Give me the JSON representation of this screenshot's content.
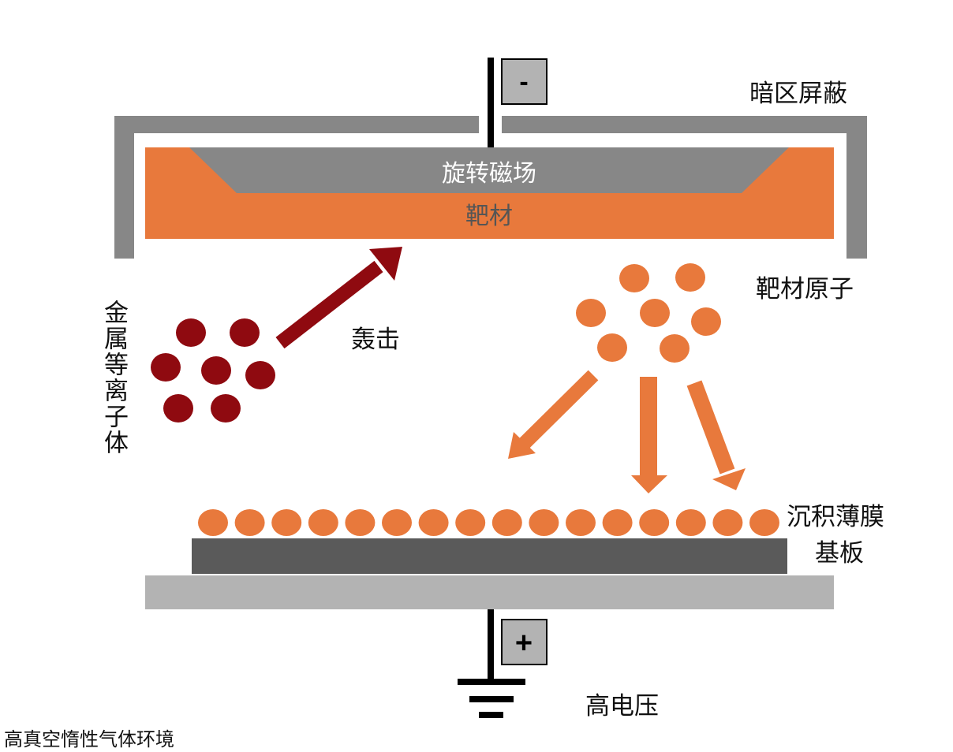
{
  "title": "磁控溅射原理示意图",
  "labels": {
    "minus": "-",
    "plus": "+",
    "dark_shield": "暗区屏蔽",
    "rotating_magnet": "旋转磁场",
    "target": "靶材",
    "target_atoms": "靶材原子",
    "metal_plasma": "金属等离子体",
    "bombard": "轰击",
    "deposited_film": "沉积薄膜",
    "substrate": "基板",
    "high_voltage": "高电压",
    "environment": "高真空惰性气体环境"
  },
  "colors": {
    "shield": "#878787",
    "target": "#e8793c",
    "magnet": "#878787",
    "ion": "#8f0a10",
    "atom": "#e8793c",
    "substrate": "#5a5a5a",
    "base": "#b3b3b3"
  }
}
